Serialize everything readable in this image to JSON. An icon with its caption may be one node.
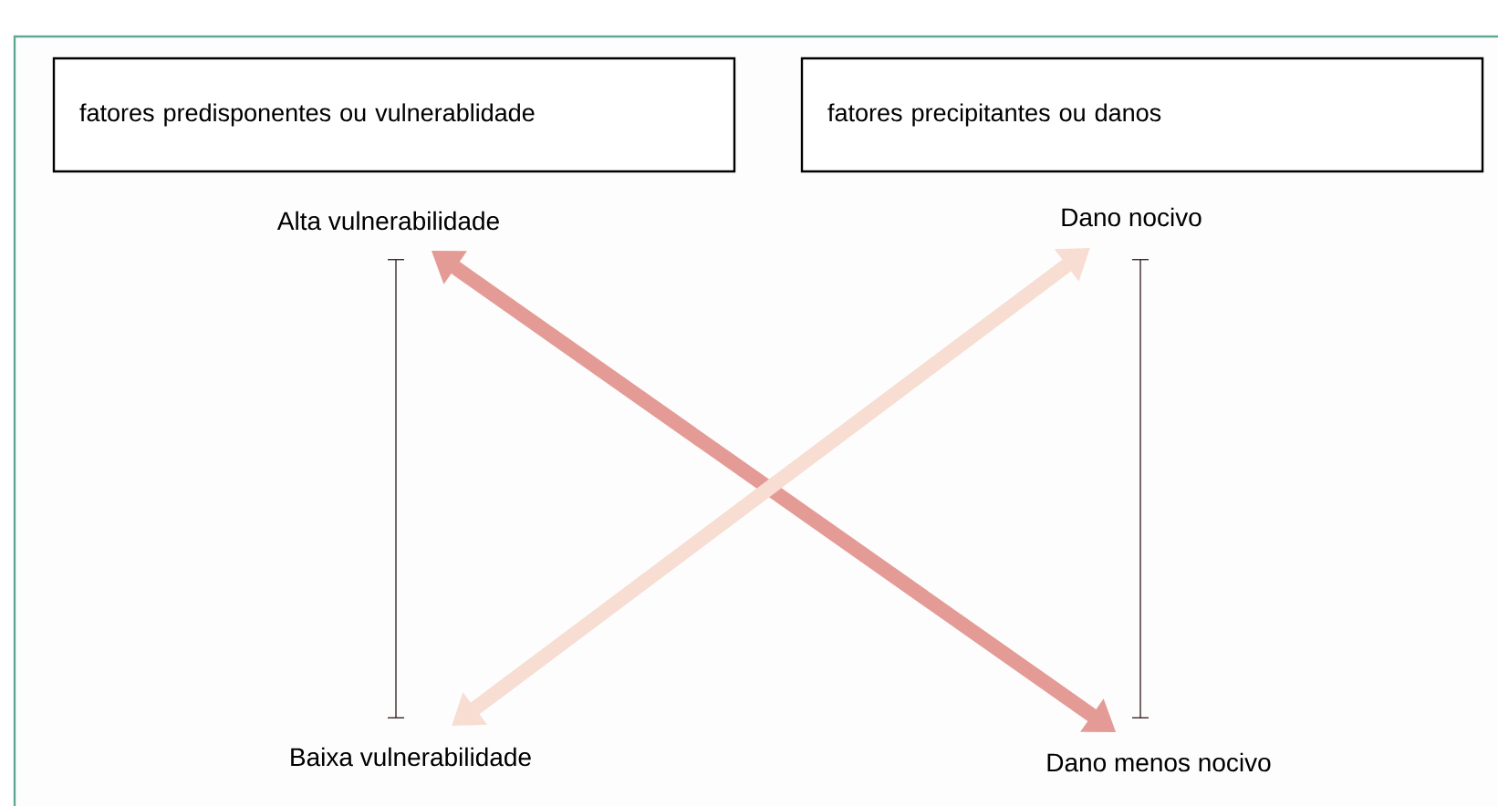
{
  "diagram": {
    "nodes": [
      {
        "text": [
          "fatores predisponentes ou vulnerablidade"
        ]
      },
      {
        "text": [
          "fatores precipitantes ou danos"
        ]
      },
      {
        "text": [
          "Alta vulnerabilidade"
        ]
      },
      {
        "text": [
          "Dano nocivo"
        ]
      },
      {
        "text": [
          "Baixa vulnerabilidade"
        ]
      },
      {
        "text": [
          "Dano menos nocivo"
        ]
      }
    ],
    "edges": [
      {
        "from": 2,
        "to": 5,
        "arrow": "both",
        "color": "#e59b95"
      },
      {
        "from": 3,
        "to": 4,
        "arrow": "both",
        "color": "#f8ddd2"
      }
    ]
  }
}
